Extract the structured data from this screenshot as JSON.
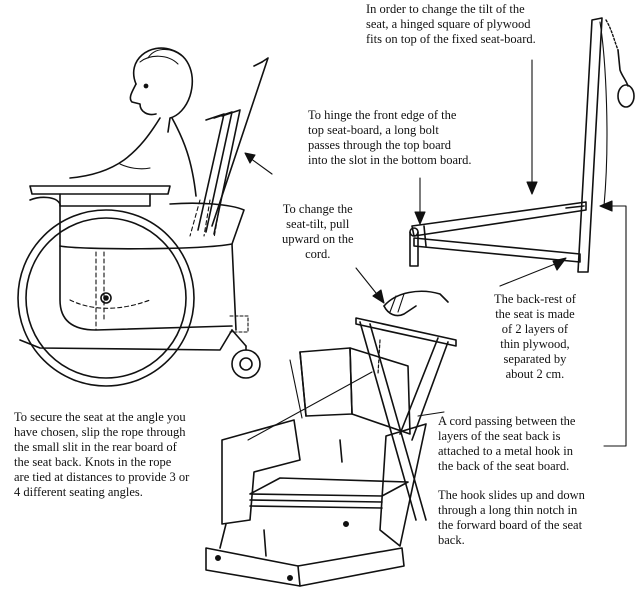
{
  "annotations": {
    "hinged_square": "In order to change the tilt of the\nseat, a hinged square of plywood\nfits on top of the fixed seat-board.",
    "hinge_front_edge": "To hinge the front edge of the\ntop seat-board, a long bolt\npasses through the top board\ninto the slot in the bottom board.",
    "change_tilt": "To change the\nseat-tilt, pull\nupward on the\ncord.",
    "back_rest": "The back-rest of\nthe seat is made\nof 2 layers of\nthin plywood,\nseparated by\nabout 2 cm.",
    "secure_seat": "To secure the seat at the angle you\nhave chosen, slip the rope through\nthe small slit in the rear board of\nthe seat back.  Knots in the rope\nare tied at distances to provide 3 or\n4 different seating angles.",
    "cord_passing": "A cord passing between the\nlayers of the seat back is\nattached to a metal hook in\nthe back of the seat board.",
    "hook_slides": "The hook slides up and down\nthrough a long thin notch in\nthe forward board of the seat\nback."
  },
  "colors": {
    "ink": "#111111",
    "paper": "#ffffff"
  }
}
